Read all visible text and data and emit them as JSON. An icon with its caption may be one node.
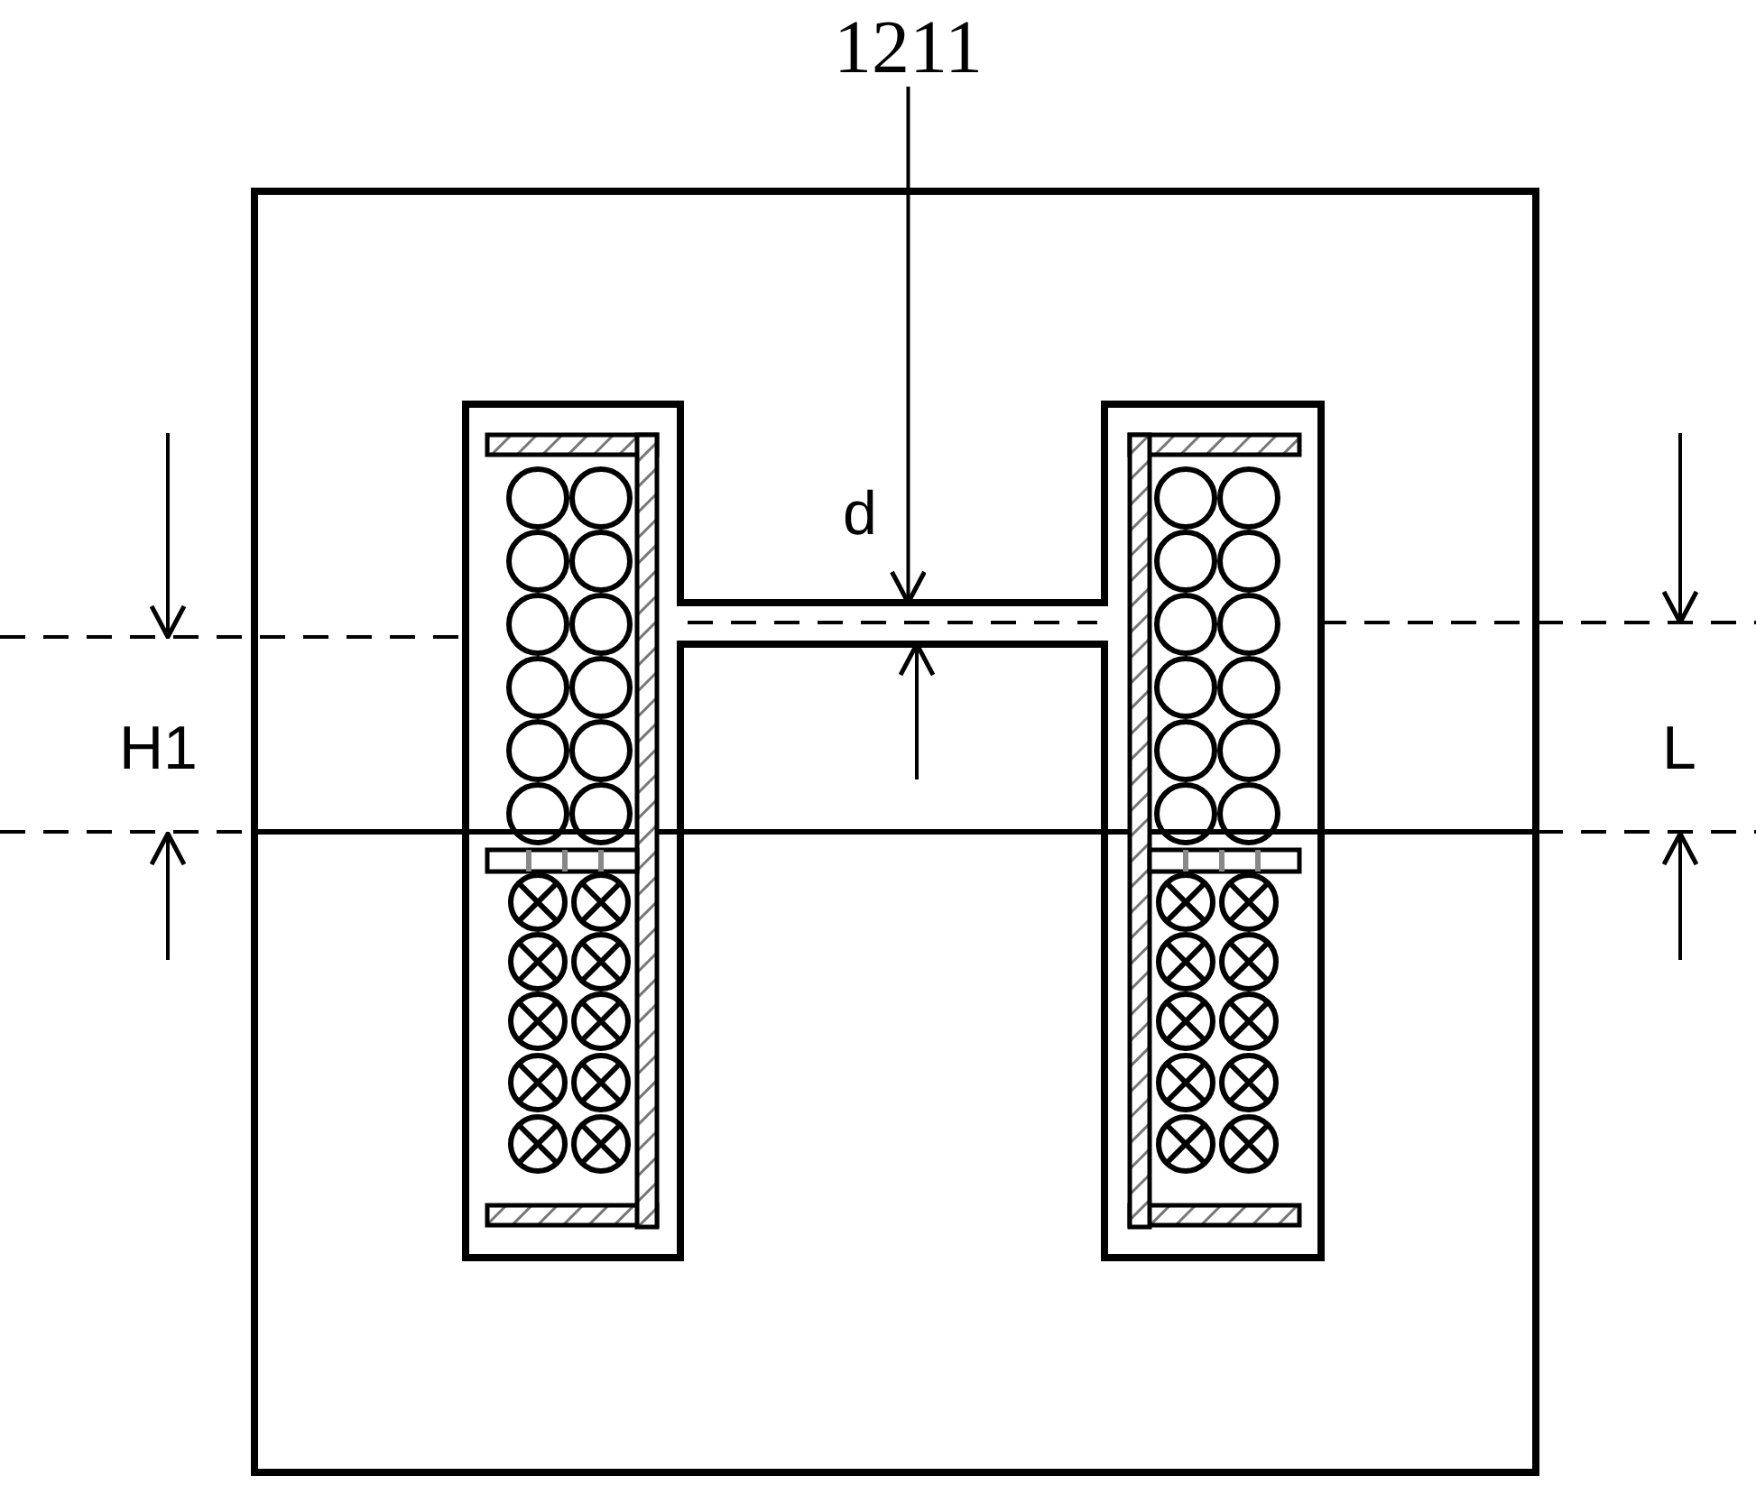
{
  "diagram": {
    "nodes": [
      {
        "text": [
          "1211"
        ]
      },
      {
        "text": [],
        "shape": "bar"
      }
    ],
    "edges": [
      {
        "from": 0,
        "to": 1,
        "arrow": "to"
      }
    ],
    "labels": [
      "d",
      "H1",
      "L"
    ]
  }
}
